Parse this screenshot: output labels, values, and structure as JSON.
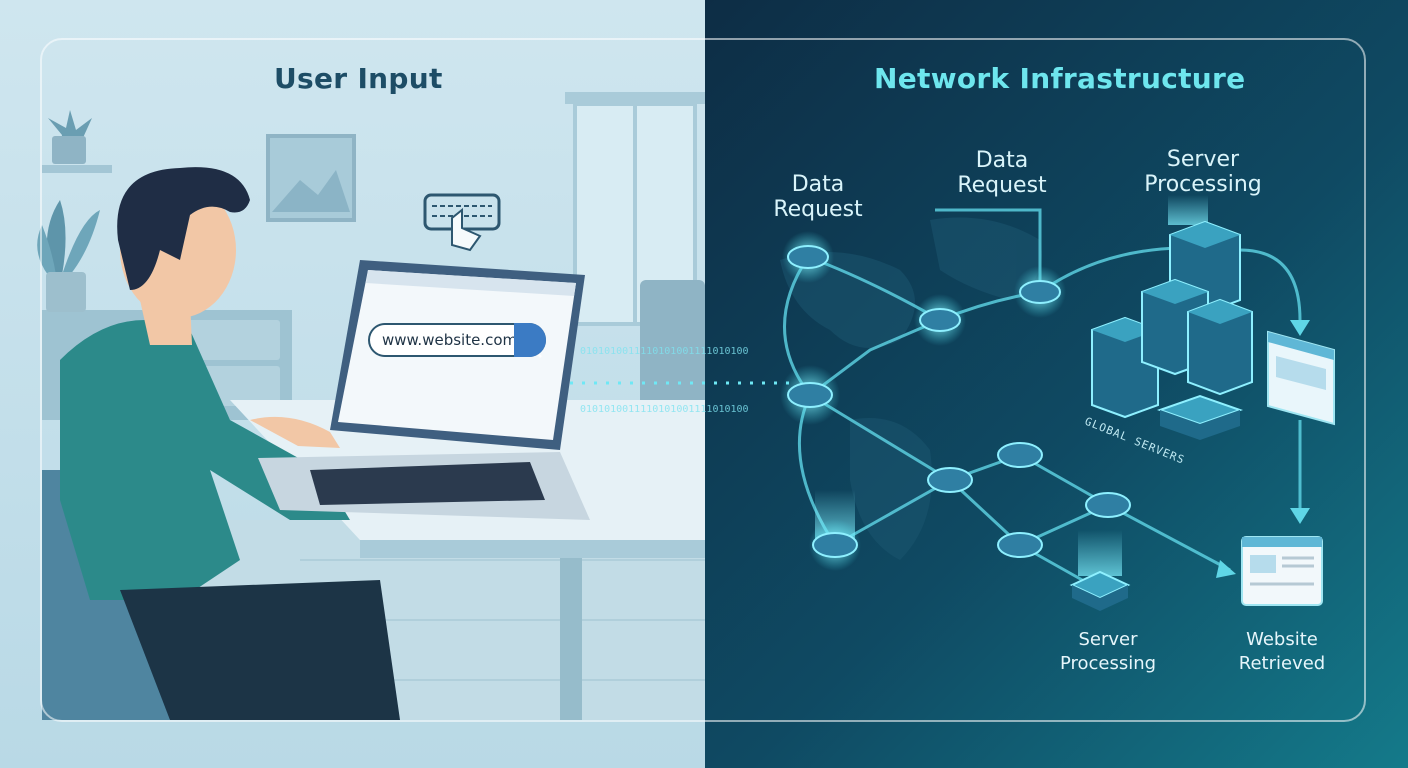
{
  "left_panel": {
    "title": "User Input",
    "url_text": "www.website.com"
  },
  "right_panel": {
    "title": "Network Infrastructure",
    "labels": {
      "data_request_1": [
        "Data",
        "Request"
      ],
      "data_request_2": [
        "Data",
        "Request"
      ],
      "server_processing_1": [
        "Server",
        "Processing"
      ],
      "server_processing_2": [
        "Server",
        "Processing"
      ],
      "website_retrieved": [
        "Website",
        "Retrieved"
      ]
    },
    "global_servers": "GLOBAL SERVERS",
    "binary_stream": "0101010011110101001111010100"
  },
  "colors": {
    "left_bg": "#cfe6ef",
    "right_bg": "#0f4a63",
    "accent": "#6ee6ee",
    "title_dark": "#1d4d66"
  },
  "icons": [
    "keyboard-click-icon",
    "search-icon",
    "router-node-icon",
    "server-rack-icon",
    "browser-window-icon",
    "plant-icon",
    "picture-frame-icon"
  ]
}
